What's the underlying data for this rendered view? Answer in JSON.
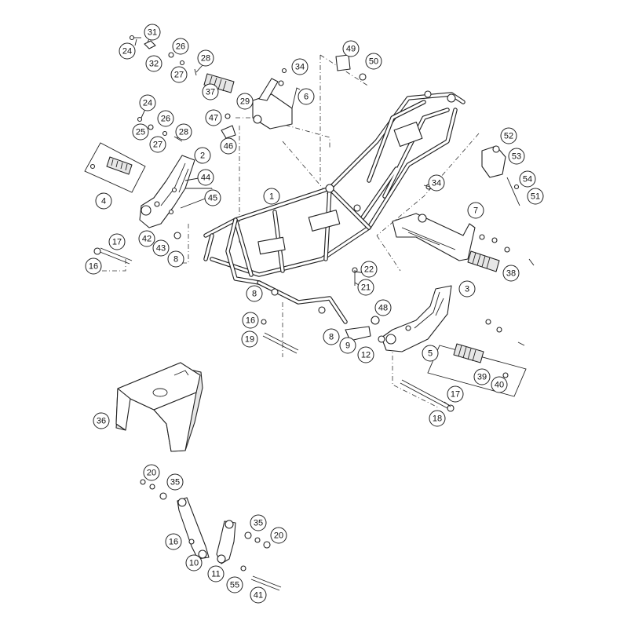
{
  "callouts": [
    {
      "id": "c31a",
      "label": "31"
    },
    {
      "id": "c24a",
      "label": "24"
    },
    {
      "id": "c26a",
      "label": "26"
    },
    {
      "id": "c32",
      "label": "32"
    },
    {
      "id": "c27a",
      "label": "27"
    },
    {
      "id": "c28a",
      "label": "28"
    },
    {
      "id": "c37",
      "label": "37"
    },
    {
      "id": "c29",
      "label": "29"
    },
    {
      "id": "c34a",
      "label": "34"
    },
    {
      "id": "c6",
      "label": "6"
    },
    {
      "id": "c49",
      "label": "49"
    },
    {
      "id": "c50",
      "label": "50"
    },
    {
      "id": "c24b",
      "label": "24"
    },
    {
      "id": "c26b",
      "label": "26"
    },
    {
      "id": "c25",
      "label": "25"
    },
    {
      "id": "c27b",
      "label": "27"
    },
    {
      "id": "c28b",
      "label": "28"
    },
    {
      "id": "c47",
      "label": "47"
    },
    {
      "id": "c46",
      "label": "46"
    },
    {
      "id": "c2",
      "label": "2"
    },
    {
      "id": "c44",
      "label": "44"
    },
    {
      "id": "c4",
      "label": "4"
    },
    {
      "id": "c1",
      "label": "1"
    },
    {
      "id": "c45",
      "label": "45"
    },
    {
      "id": "c52",
      "label": "52"
    },
    {
      "id": "c53",
      "label": "53"
    },
    {
      "id": "c54",
      "label": "54"
    },
    {
      "id": "c51",
      "label": "51"
    },
    {
      "id": "c34b",
      "label": "34"
    },
    {
      "id": "c7",
      "label": "7"
    },
    {
      "id": "c42",
      "label": "42"
    },
    {
      "id": "c17a",
      "label": "17"
    },
    {
      "id": "c43",
      "label": "43"
    },
    {
      "id": "c16a",
      "label": "16"
    },
    {
      "id": "c8a",
      "label": "8"
    },
    {
      "id": "c38",
      "label": "38"
    },
    {
      "id": "c22",
      "label": "22"
    },
    {
      "id": "c21",
      "label": "21"
    },
    {
      "id": "c8b",
      "label": "8"
    },
    {
      "id": "c3",
      "label": "3"
    },
    {
      "id": "c48",
      "label": "48"
    },
    {
      "id": "c16b",
      "label": "16"
    },
    {
      "id": "c19",
      "label": "19"
    },
    {
      "id": "c8c",
      "label": "8"
    },
    {
      "id": "c9",
      "label": "9"
    },
    {
      "id": "c12",
      "label": "12"
    },
    {
      "id": "c5",
      "label": "5"
    },
    {
      "id": "c39",
      "label": "39"
    },
    {
      "id": "c40",
      "label": "40"
    },
    {
      "id": "c17b",
      "label": "17"
    },
    {
      "id": "c18",
      "label": "18"
    },
    {
      "id": "c36",
      "label": "36"
    },
    {
      "id": "c20a",
      "label": "20"
    },
    {
      "id": "c35a",
      "label": "35"
    },
    {
      "id": "c35b",
      "label": "35"
    },
    {
      "id": "c20b",
      "label": "20"
    },
    {
      "id": "c16c",
      "label": "16"
    },
    {
      "id": "c10",
      "label": "10"
    },
    {
      "id": "c11",
      "label": "11"
    },
    {
      "id": "c55",
      "label": "55"
    },
    {
      "id": "c41",
      "label": "41"
    }
  ]
}
